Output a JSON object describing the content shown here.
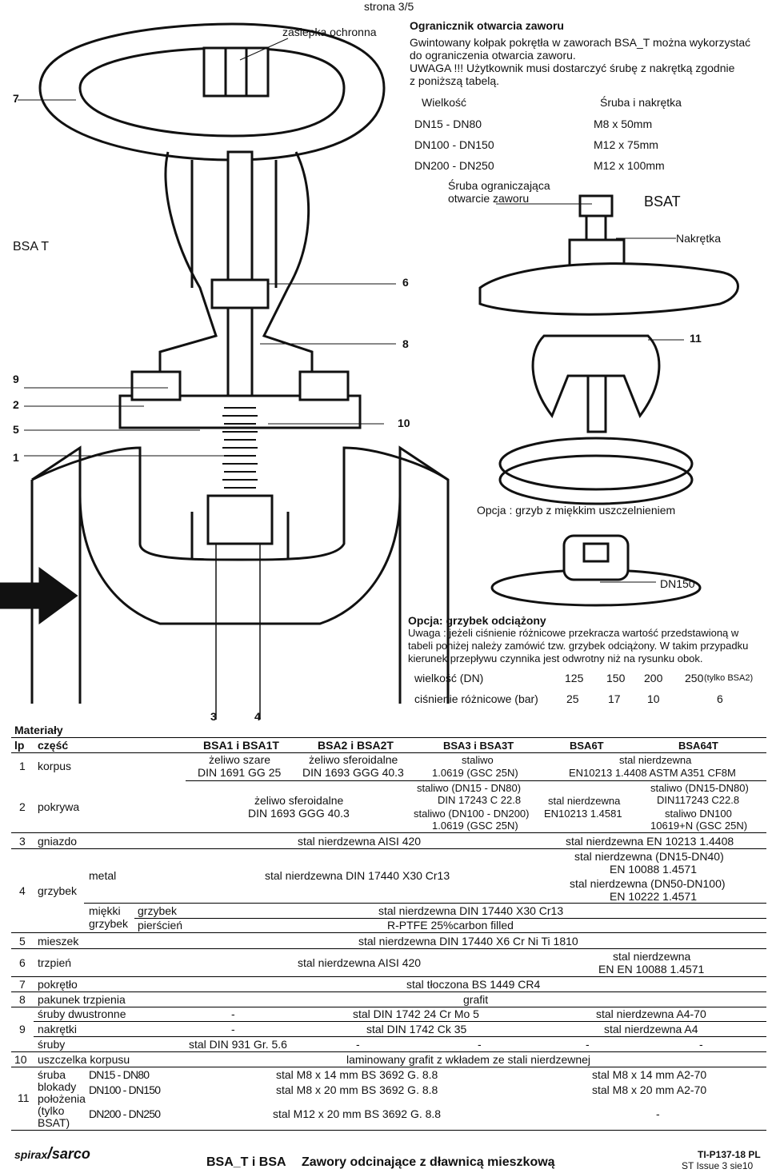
{
  "page_label": "strona 3/5",
  "callouts": {
    "zaslepka": "zaślepka ochronna",
    "bsat_left": "BSA T",
    "n7": "7",
    "n6": "6",
    "n8": "8",
    "n9": "9",
    "n2": "2",
    "n5": "5",
    "n1": "1",
    "n10": "10",
    "n11": "11",
    "n3": "3",
    "n4": "4"
  },
  "limiter": {
    "title": "Ogranicznik otwarcia zaworu",
    "line1": "Gwintowany kołpak pokrętła w zaworach BSA_T można wykorzystać",
    "line2": "do ograniczenia otwarcia zaworu.",
    "line3": "UWAGA !!! Użytkownik musi dostarczyć śrubę z nakrętką zgodnie",
    "line4": "z poniższą tabelą.",
    "col1": "Wielkość",
    "col2": "Śruba i nakrętka",
    "rows": [
      {
        "size": "DN15 - DN80",
        "screw": "M8 x 50mm"
      },
      {
        "size": "DN100 - DN150",
        "screw": "M12 x 75mm"
      },
      {
        "size": "DN200 - DN250",
        "screw": "M12 x 100mm"
      }
    ],
    "screw_label1": "Śruba ograniczająca",
    "screw_label2": "otwarcie zaworu",
    "bsat": "BSAT",
    "nut": "Nakrętka"
  },
  "soft_seal": "Opcja : grzyb z miękkim uszczelnieniem",
  "dn150": "DN150",
  "balanced": {
    "title": "Opcja: grzybek odciążony",
    "line1": "Uwaga : jeżeli ciśnienie różnicowe przekracza wartość przedstawioną w",
    "line2": "tabeli poniżej należy zamówić tzw. grzybek odciążony. W takim przypadku",
    "line3": "kierunek przepływu czynnika jest odwrotny niż na rysunku obok.",
    "size_label": "wielkość (DN)",
    "sizes": [
      "125",
      "150",
      "200",
      "250"
    ],
    "size_note": "(tylko BSA2)",
    "dp_label": "ciśnienie różnicowe (bar)",
    "dp": [
      "25",
      "17",
      "10",
      "6"
    ]
  },
  "materials": {
    "title": "Materiały",
    "h_lp": "lp",
    "h_part": "część",
    "h_bsa1": "BSA1 i BSA1T",
    "h_bsa2": "BSA2 i BSA2T",
    "h_bsa3": "BSA3 i BSA3T",
    "h_bsa6": "BSA6T",
    "h_bsa64": "BSA64T",
    "r1_no": "1",
    "r1_part": "korpus",
    "r1_a1": "żeliwo szare",
    "r1_a2": "DIN 1691 GG 25",
    "r1_b1": "żeliwo sferoidalne",
    "r1_b2": "DIN 1693 GGG 40.3",
    "r1_c1": "staliwo",
    "r1_c2": "1.0619 (GSC 25N)",
    "r1_d1": "stal nierdzewna",
    "r1_d2": "EN10213 1.4408 ASTM A351 CF8M",
    "r2_no": "2",
    "r2_part": "pokrywa",
    "r2_ab1": "żeliwo sferoidalne",
    "r2_ab2": "DIN 1693 GGG 40.3",
    "r2_c1": "staliwo (DN15 - DN80)",
    "r2_c2": "DIN 17243 C 22.8",
    "r2_c3": "staliwo (DN100 - DN200)",
    "r2_c4": "1.0619 (GSC 25N)",
    "r2_d1": "stal nierdzewna",
    "r2_d2": "EN10213 1.4581",
    "r2_e1": "staliwo (DN15-DN80)",
    "r2_e2": "DIN117243 C22.8",
    "r2_e3": "staliwo DN100",
    "r2_e4": "10619+N (GSC 25N)",
    "r3_no": "3",
    "r3_part": "gniazdo",
    "r3_a": "stal nierdzewna AISI 420",
    "r3_b": "stal nierdzewna EN 10213 1.4408",
    "r4_no": "4",
    "r4_part": "grzybek",
    "r4_metal": "metal",
    "r4_metal_val": "stal nierdzewna DIN 17440 X30 Cr13",
    "r4_e1": "stal nierdzewna (DN15-DN40)",
    "r4_e2": "EN 10088 1.4571",
    "r4_e3": "stal nierdzewna (DN50-DN100)",
    "r4_e4": "EN 10222 1.4571",
    "r4_soft1": "miękki",
    "r4_soft2": "grzybek",
    "r4_sub1": "grzybek",
    "r4_sub1_val": "stal nierdzewna DIN 17440 X30 Cr13",
    "r4_sub2": "pierścień",
    "r4_sub2_val": "R-PTFE 25%carbon filled",
    "r5_no": "5",
    "r5_part": "mieszek",
    "r5_val": "stal nierdzewna DIN 17440 X6 Cr Ni Ti 1810",
    "r6_no": "6",
    "r6_part": "trzpień",
    "r6_a": "stal nierdzewna AISI 420",
    "r6_b1": "stal nierdzewna",
    "r6_b2": "EN EN 10088 1.4571",
    "r7_no": "7",
    "r7_part": "pokrętło",
    "r7_val": "stal tłoczona BS 1449 CR4",
    "r8_no": "8",
    "r8_part": "pakunek trzpienia",
    "r8_val": "grafit",
    "r9_part_a": "śruby dwustronne",
    "r9a_1": "-",
    "r9a_2": "stal DIN 1742 24 Cr Mo 5",
    "r9a_3": "stal nierdzewna A4-70",
    "r9_no": "9",
    "r9_part_b": "nakrętki",
    "r9b_1": "-",
    "r9b_2": "stal DIN 1742 Ck 35",
    "r9b_3": "stal nierdzewna A4",
    "r9_part_c": "śruby",
    "r9c_1": "stal DIN 931 Gr. 5.6",
    "r9c_2": "-",
    "r9c_3": "-",
    "r9c_4": "-",
    "r9c_5": "-",
    "r10_no": "10",
    "r10_part": "uszczelka korpusu",
    "r10_val": "laminowany grafit z wkładem ze stali nierdzewnej",
    "r11_no": "11",
    "r11_p1": "śruba",
    "r11_p2": "blokady",
    "r11_p3": "położenia",
    "r11_p4": "(tylko",
    "r11_p5": "BSAT)",
    "r11_s1": "DN15 - DN80",
    "r11_v1": "stal M8 x 14 mm  BS 3692 G. 8.8",
    "r11_w1": "stal M8 x 14 mm  A2-70",
    "r11_s2": "DN100 - DN150",
    "r11_v2": "stal M8 x 20 mm  BS 3692 G. 8.8",
    "r11_w2": "stal M8 x 20 mm  A2-70",
    "r11_s3": "DN200 - DN250",
    "r11_v3": "stal M12 x 20 mm  BS 3692 G. 8.8",
    "r11_w3": "-"
  },
  "footer": {
    "logo1": "spirax",
    "logo2": "sarco",
    "title_code": "BSA_T i BSA",
    "title": "Zawory odcinające z dławnicą mieszkową",
    "doc": "TI-P137-18 PL",
    "issue": "ST Issue 3   sie10"
  }
}
